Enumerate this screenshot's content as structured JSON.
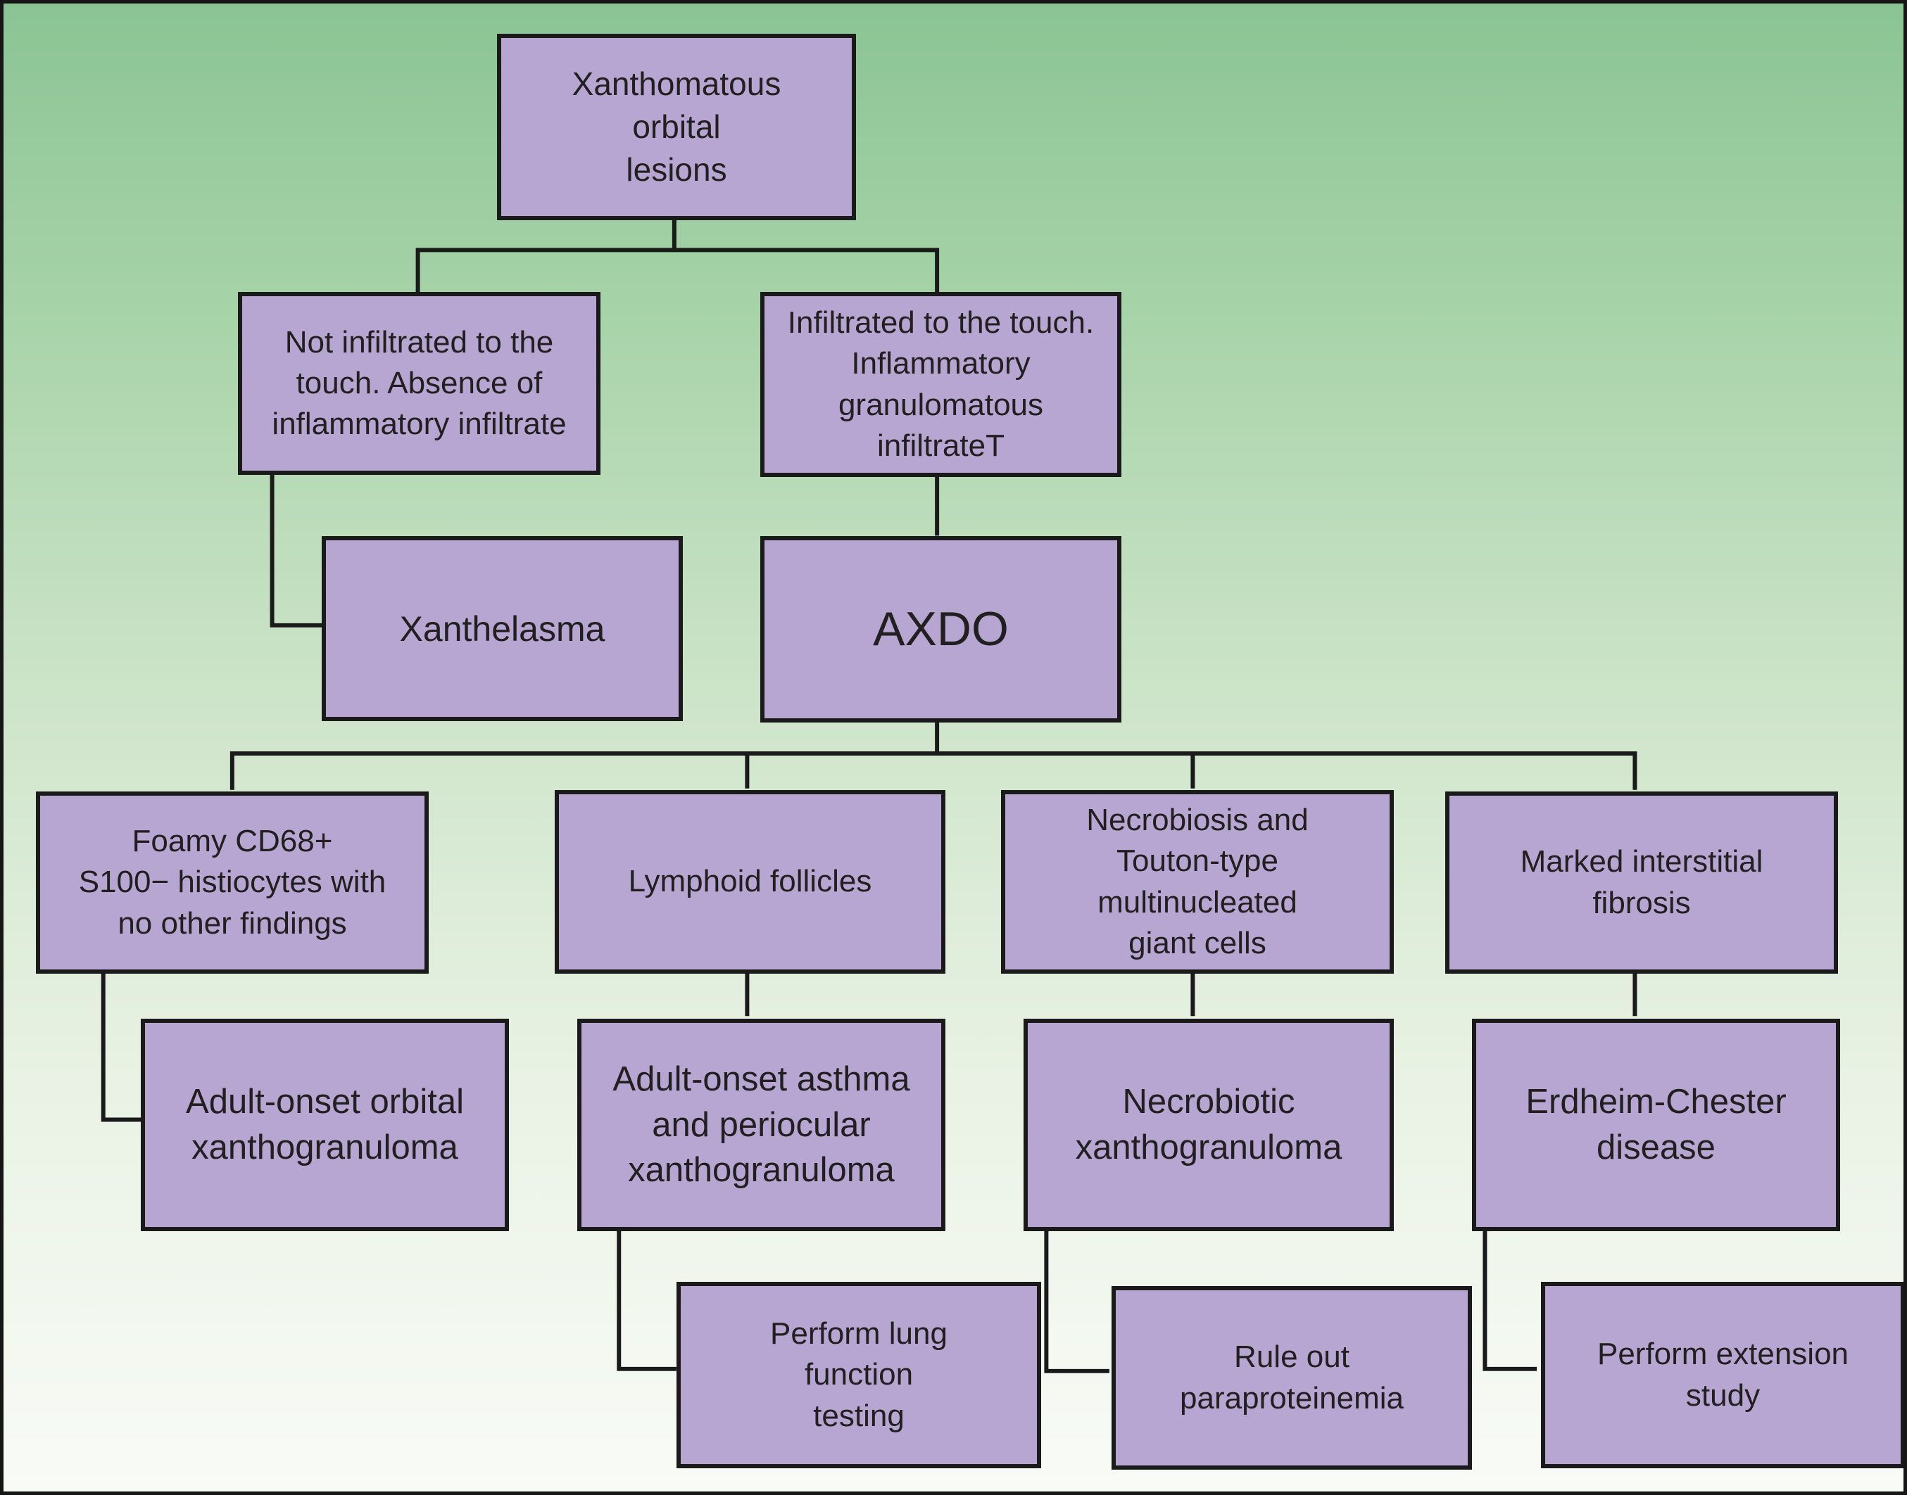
{
  "diagram": {
    "title": "Xanthomatous orbital lesions flowchart",
    "colors": {
      "background_top": "#8bc494",
      "background_bottom": "#f9fbf7",
      "node_fill": "#b8a6d2",
      "node_border": "#1a1a1a",
      "connector": "#1a1a1a",
      "text": "#221f20"
    },
    "nodes": {
      "root": {
        "label": "Xanthomatous\norbital\nlesions"
      },
      "not_infiltrated": {
        "label": "Not infiltrated to the\ntouch. Absence of\ninflammatory infiltrate"
      },
      "infiltrated": {
        "label": "Infiltrated to the touch.\nInflammatory\ngranulomatous\ninfiltrateT"
      },
      "xanthelasma": {
        "label": "Xanthelasma"
      },
      "axdo": {
        "label": "AXDO"
      },
      "foamy_histiocytes": {
        "label": "Foamy CD68+\nS100− histiocytes with\nno other findings"
      },
      "lymphoid_follicles": {
        "label": "Lymphoid follicles"
      },
      "necrobiosis_giant_cells": {
        "label": "Necrobiosis and\nTouton-type\nmultinucleated\ngiant cells"
      },
      "interstitial_fibrosis": {
        "label": "Marked interstitial\nfibrosis"
      },
      "adult_onset_orbital_xanthogranuloma": {
        "label": "Adult-onset orbital\nxanthogranuloma"
      },
      "adult_onset_asthma_periocular_xanthogranuloma": {
        "label": "Adult-onset asthma\nand periocular\nxanthogranuloma"
      },
      "necrobiotic_xanthogranuloma": {
        "label": "Necrobiotic\nxanthogranuloma"
      },
      "erdheim_chester_disease": {
        "label": "Erdheim-Chester\ndisease"
      },
      "lung_function_testing": {
        "label": "Perform lung\nfunction\ntesting"
      },
      "rule_out_paraproteinemia": {
        "label": "Rule out\nparaproteinemia"
      },
      "extension_study": {
        "label": "Perform extension\nstudy"
      }
    }
  }
}
